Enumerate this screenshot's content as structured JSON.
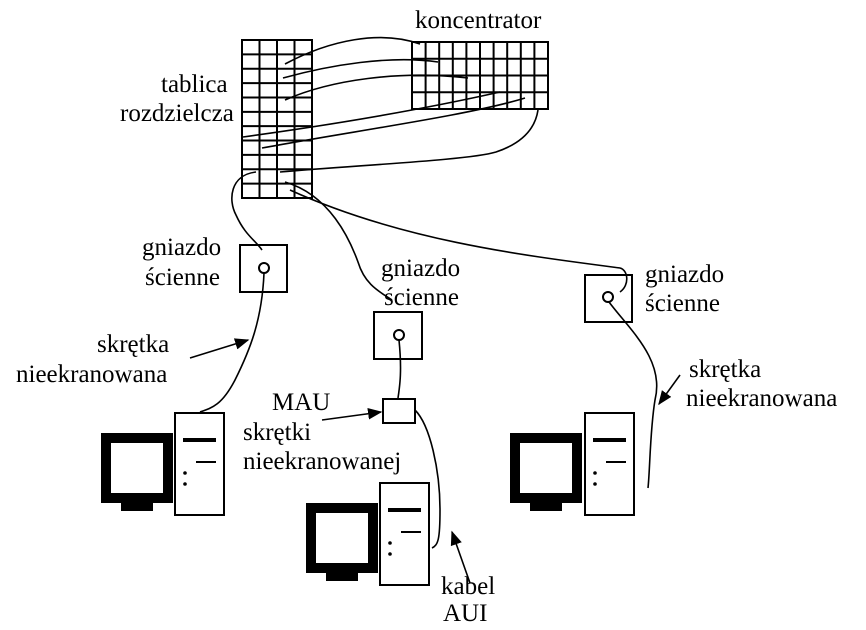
{
  "labels": {
    "concentrator": "koncentrator",
    "panel_line1": "tablica",
    "panel_line2": "rozdzielcza",
    "socket1_line1": "gniazdo",
    "socket1_line2": "ścienne",
    "socket2_line1": "gniazdo",
    "socket2_line2": "ścienne",
    "socket3_line1": "gniazdo",
    "socket3_line2": "ścienne",
    "utp_left_line1": "skrętka",
    "utp_left_line2": "nieekranowana",
    "mau_line1": "MAU",
    "mau_line2": "skrętki",
    "mau_line3": "nieekranowanej",
    "utp_right_line1": "skrętka",
    "utp_right_line2": "nieekranowana",
    "aui_line1": "kabel",
    "aui_line2": "AUI"
  },
  "colors": {
    "line": "#000000",
    "mau_fill": "#555555",
    "background": "#ffffff"
  },
  "icons": {
    "patch_panel": "grid-icon",
    "hub": "grid-icon",
    "wall_socket": "socket-icon",
    "computer": "desktop-computer-icon",
    "mau": "transceiver-icon"
  }
}
